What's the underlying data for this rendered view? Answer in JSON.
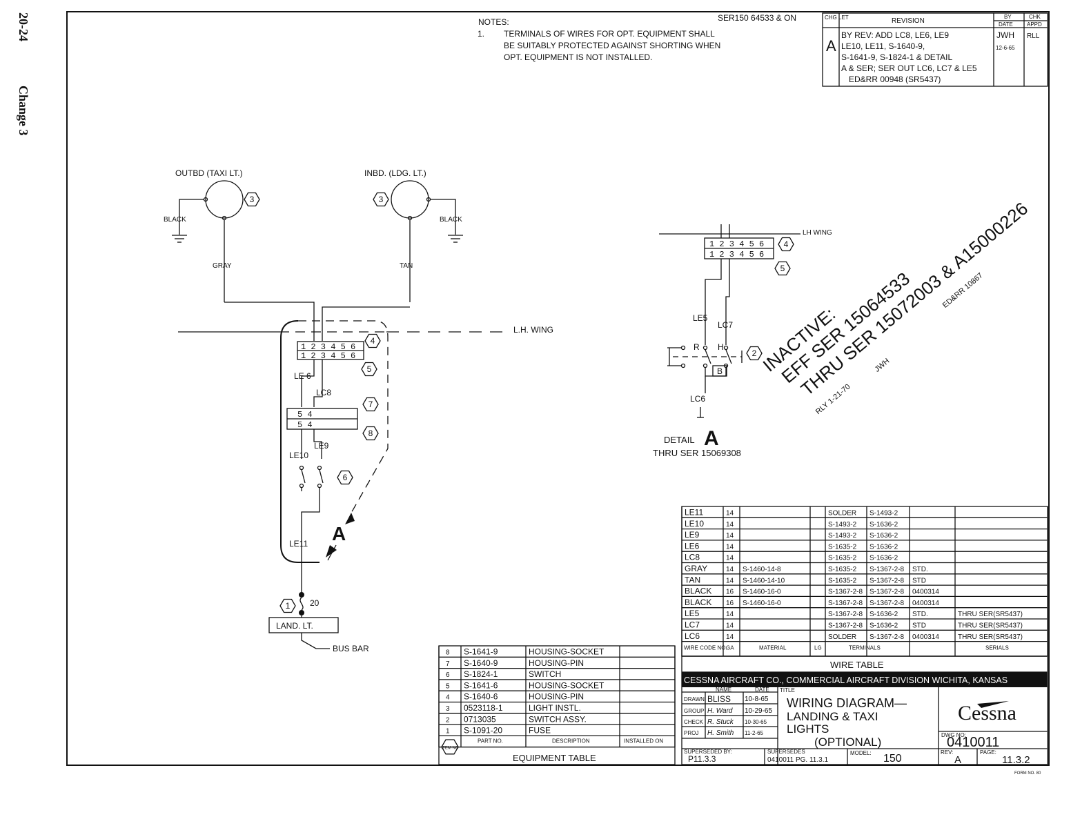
{
  "side_label": {
    "page": "20-24",
    "change": "Change 3"
  },
  "notes": {
    "heading": "NOTES:",
    "item_number": "1.",
    "lines": [
      "TERMINALS OF WIRES FOR OPT. EQUIPMENT SHALL",
      "BE SUITABLY PROTECTED AGAINST SHORTING WHEN",
      "OPT. EQUIPMENT IS NOT INSTALLED."
    ],
    "serial_note": "SER150 64533 & ON"
  },
  "revision": {
    "col_chg": "CHG LET",
    "col_revision": "REVISION",
    "col_by": "BY",
    "col_chk": "CHK",
    "col_date": "DATE",
    "col_appd": "APPD",
    "letter": "A",
    "lines": [
      "BY REV: ADD LC8, LE6, LE9",
      "LE10, LE11, S-1640-9,",
      "S-1641-9, S-1824-1 & DETAIL",
      "A & SER; SER OUT LC6, LC7 & LE5",
      "ED&RR 00948 (SR5437)"
    ],
    "by": "JWH",
    "date": "12-6-65",
    "chk": "RLL"
  },
  "diagram": {
    "outbd_label": "OUTBD (TAXI LT.)",
    "inbd_label": "INBD. (LDG. LT.)",
    "black_left": "BLACK",
    "black_right": "BLACK",
    "gray": "GRAY",
    "tan": "TAN",
    "lh_wing_main": "L.H. WING",
    "lh_wing_detail": "LH WING",
    "conn_pins_top": "1 2 3 4 5 6",
    "conn_pins_bottom": "1 2 3 4 5 6",
    "conn2_pins": "5 4",
    "le6": "LE 6",
    "lc8": "LC8",
    "le9": "LE9",
    "le10": "LE10",
    "le11": "LE11",
    "le5": "LE5",
    "lc7": "LC7",
    "lc6": "LC6",
    "sw_r": "R",
    "sw_h": "H",
    "sw_b": "B",
    "fuse_value": "20",
    "land_lt": "LAND. LT.",
    "bus_bar": "BUS BAR",
    "detail_word": "DETAIL",
    "detail_letter": "A",
    "detail_serial": "THRU SER 15069308",
    "callouts": [
      "1",
      "2",
      "3",
      "3",
      "4",
      "4",
      "5",
      "5",
      "6",
      "7",
      "8"
    ]
  },
  "inactive_stamp": {
    "line1": "INACTIVE:",
    "line2": "EFF SER 15064533",
    "line3": "THRU SER 15072003 & A15000226",
    "line4": "RLY 1-21-70",
    "ref": "ED&RR 10867",
    "initials": "JWH"
  },
  "wire_table": {
    "title": "WIRE TABLE",
    "headers": [
      "WIRE CODE NO.",
      "GA",
      "MATERIAL",
      "LG",
      "TERMINALS",
      "",
      "",
      "SERIALS"
    ],
    "rows": [
      [
        "LE11",
        "14",
        "",
        "",
        "SOLDER",
        "S-1493-2",
        "",
        ""
      ],
      [
        "LE10",
        "14",
        "",
        "",
        "S-1493-2",
        "S-1636-2",
        "",
        ""
      ],
      [
        "LE9",
        "14",
        "",
        "",
        "S-1493-2",
        "S-1636-2",
        "",
        ""
      ],
      [
        "LE6",
        "14",
        "",
        "",
        "S-1635-2",
        "S-1636-2",
        "",
        ""
      ],
      [
        "LC8",
        "14",
        "",
        "",
        "S-1635-2",
        "S-1636-2",
        "",
        ""
      ],
      [
        "GRAY",
        "14",
        "S-1460-14-8",
        "",
        "S-1635-2",
        "S-1367-2-8",
        "STD.",
        ""
      ],
      [
        "TAN",
        "14",
        "S-1460-14-10",
        "",
        "S-1635-2",
        "S-1367-2-8",
        "STD",
        ""
      ],
      [
        "BLACK",
        "16",
        "S-1460-16-0",
        "",
        "S-1367-2-8",
        "S-1367-2-8",
        "0400314",
        ""
      ],
      [
        "BLACK",
        "16",
        "S-1460-16-0",
        "",
        "S-1367-2-8",
        "S-1367-2-8",
        "0400314",
        ""
      ],
      [
        "LE5",
        "14",
        "",
        "",
        "S-1367-2-8",
        "S-1636-2",
        "STD.",
        "THRU SER(SR5437)"
      ],
      [
        "LC7",
        "14",
        "",
        "",
        "S-1367-2-8",
        "S-1636-2",
        "STD",
        "THRU SER(SR5437)"
      ],
      [
        "LC6",
        "14",
        "",
        "",
        "SOLDER",
        "S-1367-2-8",
        "0400314",
        "THRU SER(SR5437)"
      ]
    ]
  },
  "equipment_table": {
    "title": "EQUIPMENT TABLE",
    "item_no": "ITEM NO",
    "headers": [
      "PART NO.",
      "DESCRIPTION",
      "INSTALLED ON"
    ],
    "rows": [
      [
        "8",
        "S-1641-9",
        "HOUSING-SOCKET",
        ""
      ],
      [
        "7",
        "S-1640-9",
        "HOUSING-PIN",
        ""
      ],
      [
        "6",
        "S-1824-1",
        "SWITCH",
        ""
      ],
      [
        "5",
        "S-1641-6",
        "HOUSING-SOCKET",
        ""
      ],
      [
        "4",
        "S-1640-6",
        "HOUSING-PIN",
        ""
      ],
      [
        "3",
        "0523118-1",
        "LIGHT INSTL.",
        ""
      ],
      [
        "2",
        "0713035",
        "SWITCH ASSY.",
        ""
      ],
      [
        "1",
        "S-1091-20",
        "FUSE",
        ""
      ]
    ]
  },
  "title_block": {
    "company": "CESSNA AIRCRAFT CO., COMMERCIAL AIRCRAFT DIVISION WICHITA, KANSAS",
    "name_hdr": "NAME",
    "date_hdr": "DATE",
    "title_hdr": "TITLE",
    "roles": [
      {
        "role": "DRAWN",
        "name": "BLISS",
        "date": "10-8-65"
      },
      {
        "role": "GROUP",
        "name": "H. Ward",
        "date": "10-29-65"
      },
      {
        "role": "CHECK",
        "name": "R. Stuck",
        "date": "10-30-65"
      },
      {
        "role": "PROJ",
        "name": "H. Smith",
        "date": "11-2-65"
      }
    ],
    "title_line1": "WIRING DIAGRAM—",
    "title_line2": "LANDING & TAXI",
    "title_line3": "LIGHTS",
    "title_line4": "(OPTIONAL)",
    "brand": "Cessna",
    "dwg_label": "DWG NO:",
    "dwg_no": "0410011",
    "superseded_label": "SUPERSEDED BY:",
    "superseded": "P11.3.3",
    "supersedes_label": "SUPERSEDES",
    "supersedes": "0410011 PG. 11.3.1",
    "model_label": "MODEL:",
    "model": "150",
    "rev_label": "REV:",
    "rev": "A",
    "page_label": "PAGE:",
    "page": "11.3.2",
    "form_no": "FORM NO. 80"
  }
}
